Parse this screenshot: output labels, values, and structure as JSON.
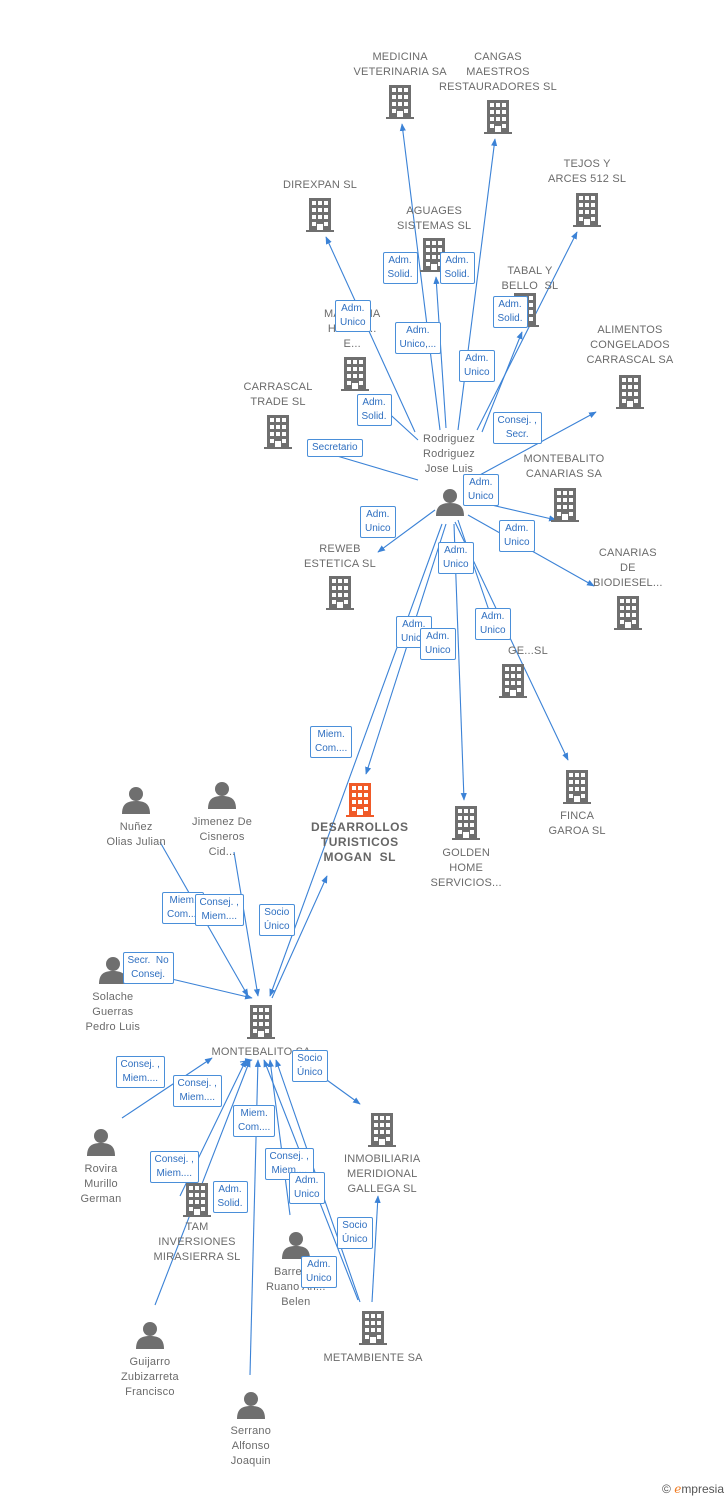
{
  "nodes": [
    {
      "id": "medicina",
      "type": "company",
      "label": "MEDICINA\nVETERINARIA SA"
    },
    {
      "id": "cangas",
      "type": "company",
      "label": "CANGAS\nMAESTROS\nRESTAURADORES SL"
    },
    {
      "id": "tejos",
      "type": "company",
      "label": "TEJOS Y\nARCES 512 SL"
    },
    {
      "id": "direxpan",
      "type": "company",
      "label": "DIREXPAN SL"
    },
    {
      "id": "aguages",
      "type": "company",
      "label": "AGUAGES\nSISTEMAS SL"
    },
    {
      "id": "tabal",
      "type": "company",
      "label": "TABAL Y\nBELLO  SL"
    },
    {
      "id": "madrena",
      "type": "company",
      "label": "MADREÑA\nHOSTE...\nE..."
    },
    {
      "id": "alimentos",
      "type": "company",
      "label": "ALIMENTOS\nCONGELADOS\nCARRASCAL SA"
    },
    {
      "id": "carrascal",
      "type": "company",
      "label": "CARRASCAL\nTRADE SL"
    },
    {
      "id": "rodriguez",
      "type": "person",
      "label": "Rodriguez\nRodriguez\nJose Luis"
    },
    {
      "id": "montebalito_can",
      "type": "company",
      "label": "MONTEBALITO\nCANARIAS SA"
    },
    {
      "id": "reweb",
      "type": "company",
      "label": "REWEB\nESTETICA SL"
    },
    {
      "id": "canarias_bio",
      "type": "company",
      "label": "CANARIAS\nDE\nBIODIESEL..."
    },
    {
      "id": "ge_sl",
      "type": "company",
      "label": "GE...SL"
    },
    {
      "id": "desarrollos",
      "type": "main",
      "label": "DESARROLLOS\nTURISTICOS\nMOGAN  SL"
    },
    {
      "id": "golden",
      "type": "company",
      "label": "GOLDEN\nHOME\nSERVICIOS..."
    },
    {
      "id": "finca",
      "type": "company",
      "label": "FINCA\nGAROA SL"
    },
    {
      "id": "nunez",
      "type": "person",
      "label": "Nuñez\nOlias Julian"
    },
    {
      "id": "jimenez",
      "type": "person",
      "label": "Jimenez De\nCisneros\nCid..."
    },
    {
      "id": "solache",
      "type": "person",
      "label": "Solache\nGuerras\nPedro Luis"
    },
    {
      "id": "montebalito",
      "type": "company",
      "label": "MONTEBALITO SA"
    },
    {
      "id": "inmobiliaria",
      "type": "company",
      "label": "INMOBILIARIA\nMERIDIONAL\nGALLEGA SL"
    },
    {
      "id": "rovira",
      "type": "person",
      "label": "Rovira\nMurillo\nGerman"
    },
    {
      "id": "tam",
      "type": "company",
      "label": "TAM\nINVERSIONES\nMIRASIERRA SL"
    },
    {
      "id": "barreras",
      "type": "person",
      "label": "Barreras\nRuano An...\nBelen"
    },
    {
      "id": "metambiente",
      "type": "company",
      "label": "METAMBIENTE SA"
    },
    {
      "id": "guijarro",
      "type": "person",
      "label": "Guijarro\nZubizarreta\nFrancisco"
    },
    {
      "id": "serrano",
      "type": "person",
      "label": "Serrano\nAlfonso\nJoaquin"
    }
  ],
  "edges": [
    {
      "from": "rodriguez",
      "to": "medicina",
      "label": "Adm.\nSolid."
    },
    {
      "from": "rodriguez",
      "to": "cangas",
      "label": "Adm.\nSolid."
    },
    {
      "from": "rodriguez",
      "to": "tejos",
      "label": "Adm.\nSolid."
    },
    {
      "from": "rodriguez",
      "to": "direxpan",
      "label": "Adm.\nUnico"
    },
    {
      "from": "rodriguez",
      "to": "aguages",
      "label": "Adm.\nUnico,..."
    },
    {
      "from": "rodriguez",
      "to": "tabal",
      "label": "Adm.\nUnico"
    },
    {
      "from": "rodriguez",
      "to": "madrena",
      "label": "Adm.\nSolid."
    },
    {
      "from": "rodriguez",
      "to": "alimentos",
      "label": "Consej. ,\nSecr."
    },
    {
      "from": "rodriguez",
      "to": "carrascal",
      "label": "Secretario"
    },
    {
      "from": "rodriguez",
      "to": "montebalito_can",
      "label": "Adm.\nUnico"
    },
    {
      "from": "rodriguez",
      "to": "reweb",
      "label": "Adm.\nUnico"
    },
    {
      "from": "rodriguez",
      "to": "canarias_bio",
      "label": "Adm.\nUnico"
    },
    {
      "from": "rodriguez",
      "to": "ge_sl",
      "label": "Adm.\nUnico"
    },
    {
      "from": "rodriguez",
      "to": "finca",
      "label": "Adm.\nUnico"
    },
    {
      "from": "rodriguez",
      "to": "golden",
      "label": "Adm.\nUnico"
    },
    {
      "from": "rodriguez",
      "to": "desarrollos",
      "label": "Adm.\nUnico"
    },
    {
      "from": "rodriguez",
      "to": "montebalito",
      "label": "Miem.\nCom...."
    },
    {
      "from": "montebalito",
      "to": "desarrollos",
      "label": "Socio\nÚnico"
    },
    {
      "from": "nunez",
      "to": "montebalito",
      "label": "Miem.\nCom...."
    },
    {
      "from": "jimenez",
      "to": "montebalito",
      "label": "Consej. ,\nMiem...."
    },
    {
      "from": "solache",
      "to": "montebalito",
      "label": "Secr.  No\nConsej."
    },
    {
      "from": "montebalito",
      "to": "inmobiliaria",
      "label": "Socio\nÚnico"
    },
    {
      "from": "rovira",
      "to": "montebalito",
      "label": "Consej. ,\nMiem...."
    },
    {
      "from": "tam",
      "to": "montebalito",
      "label": "Consej. ,\nMiem...."
    },
    {
      "from": "guijarro",
      "to": "montebalito",
      "label": "Consej. ,\nMiem...."
    },
    {
      "from": "serrano",
      "to": "montebalito",
      "label": "Adm.\nSolid."
    },
    {
      "from": "barreras",
      "to": "montebalito",
      "label": "Miem.\nCom...."
    },
    {
      "from": "metambiente",
      "to": "montebalito",
      "label": "Consej. ,\nMiem...."
    },
    {
      "from": "metambiente",
      "to": "montebalito",
      "label": "Adm.\nUnico"
    },
    {
      "from": "metambiente",
      "to": "inmobiliaria",
      "label": "Socio\nÚnico"
    },
    {
      "from": "montebalito",
      "to": "tam",
      "label": "Adm.\nUnico"
    }
  ],
  "colors": {
    "edge": "#3b82d6",
    "icon": "#6f6f6f",
    "main_icon": "#f05a28",
    "badge_border": "#4a8fd9",
    "badge_text": "#2f6fc0"
  },
  "footer": {
    "copyright": "©",
    "brand_initial": "e",
    "brand_rest": "mpresia"
  }
}
